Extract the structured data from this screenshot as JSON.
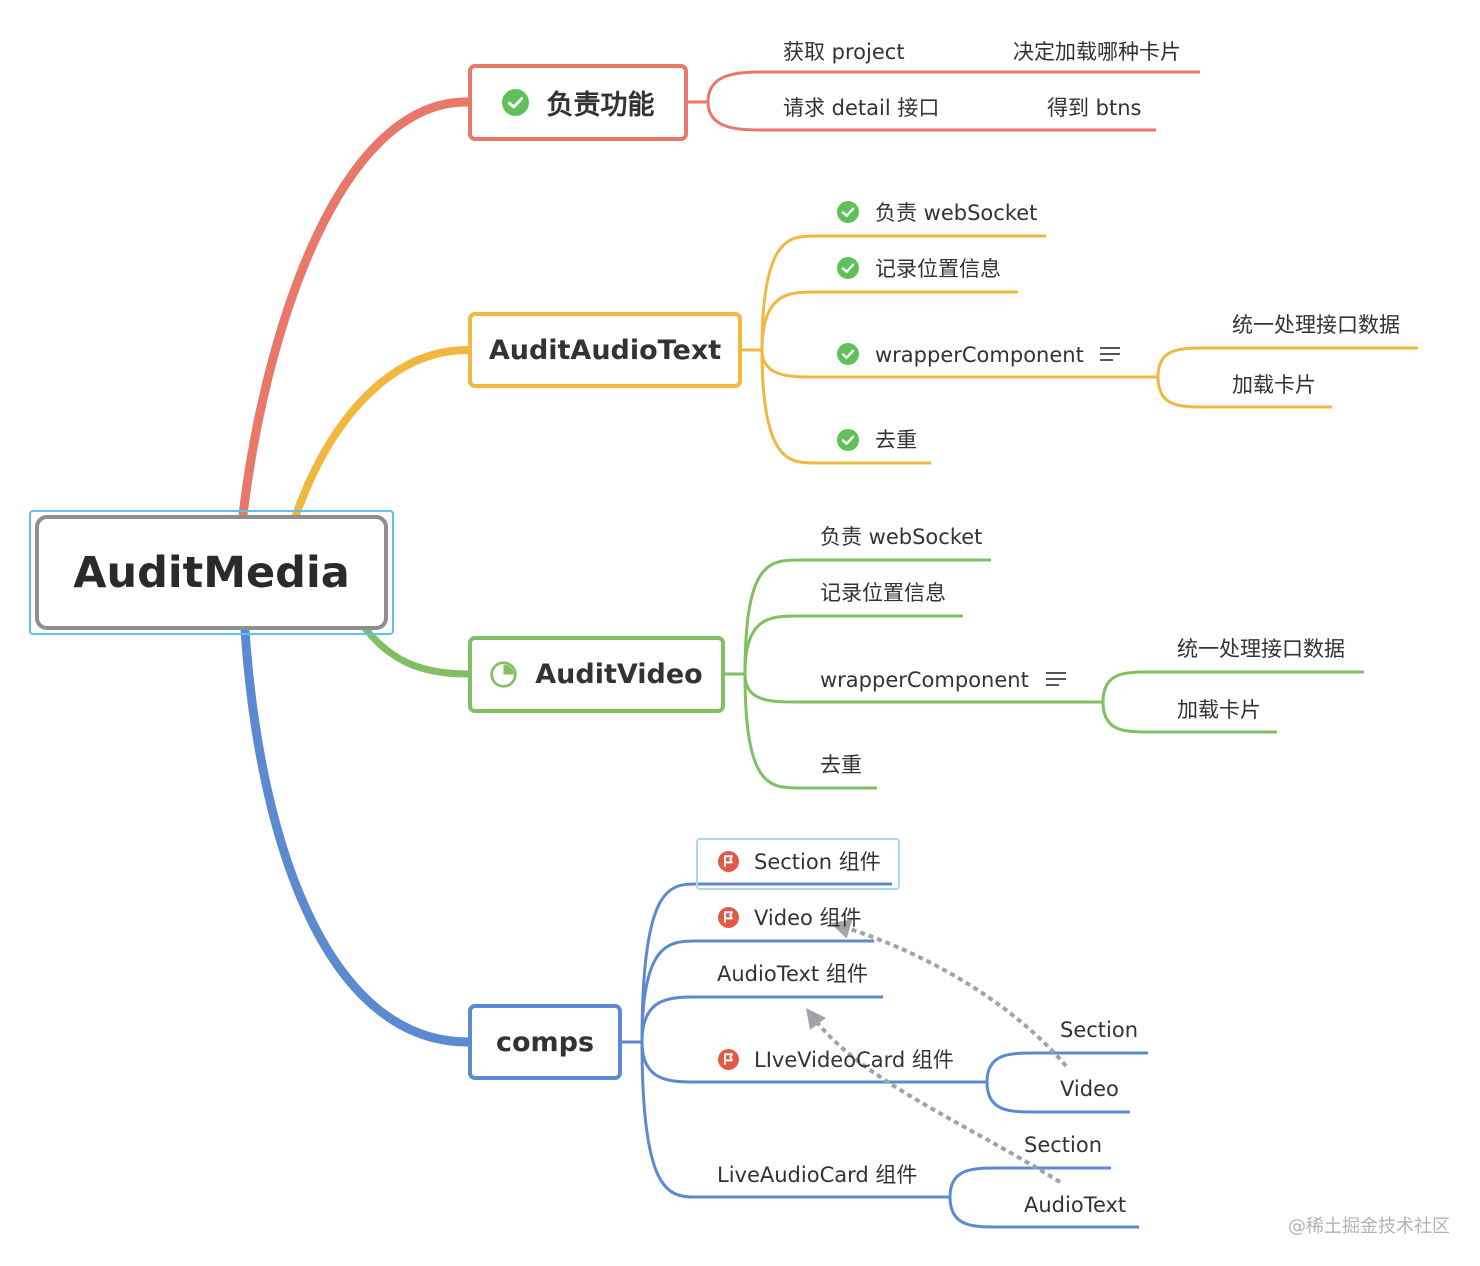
{
  "colors": {
    "red": "#e8786a",
    "orange": "#f0b840",
    "green": "#80bf62",
    "blue": "#5c8ad0",
    "root_border": "#8f8f8f",
    "check": "#62c05a",
    "flag": "#e25a45",
    "relation": "#a0a4aa"
  },
  "root": {
    "label": "AuditMedia"
  },
  "branches": {
    "responsibility": {
      "label": "负责功能",
      "icon": "check-circle-icon",
      "items": [
        {
          "label": "获取 project",
          "child": "决定加载哪种卡片"
        },
        {
          "label": "请求 detail 接口",
          "child": "得到 btns"
        }
      ]
    },
    "audio_text": {
      "label": "AuditAudioText",
      "items": [
        {
          "label": "负责 webSocket",
          "icon": "check-circle-icon"
        },
        {
          "label": "记录位置信息",
          "icon": "check-circle-icon"
        },
        {
          "label": "wrapperComponent",
          "icon": "check-circle-icon",
          "note_icon": "note-lines-icon",
          "children": [
            "统一处理接口数据",
            "加载卡片"
          ]
        },
        {
          "label": "去重",
          "icon": "check-circle-icon"
        }
      ]
    },
    "video": {
      "label": "AuditVideo",
      "icon": "progress-quarter-icon",
      "items": [
        {
          "label": "负责 webSocket"
        },
        {
          "label": "记录位置信息"
        },
        {
          "label": "wrapperComponent",
          "note_icon": "note-lines-icon",
          "children": [
            "统一处理接口数据",
            "加载卡片"
          ]
        },
        {
          "label": "去重"
        }
      ]
    },
    "comps": {
      "label": "comps",
      "items": [
        {
          "label": "Section 组件",
          "icon": "flag-icon"
        },
        {
          "label": "Video 组件",
          "icon": "flag-icon"
        },
        {
          "label": "AudioText 组件"
        },
        {
          "label": "LIveVideoCard 组件",
          "icon": "flag-icon",
          "children": [
            "Section",
            "Video"
          ]
        },
        {
          "label": "LiveAudioCard 组件",
          "children": [
            "Section",
            "AudioText"
          ]
        }
      ]
    }
  },
  "watermark": "@稀土掘金技术社区"
}
